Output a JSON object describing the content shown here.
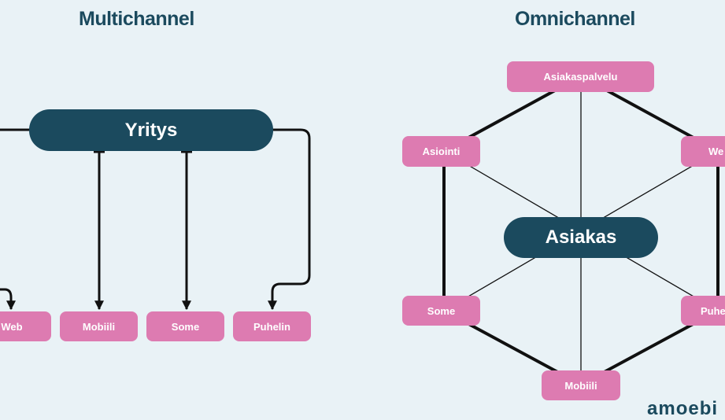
{
  "multichannel": {
    "title": "Multichannel",
    "center": "Yritys",
    "channels": [
      "Web",
      "Mobiili",
      "Some",
      "Puhelin"
    ]
  },
  "omnichannel": {
    "title": "Omnichannel",
    "center": "Asiakas",
    "channels": [
      "Asiakaspalvelu",
      "We",
      "Puhe",
      "Mobiili",
      "Some",
      "Asiointi"
    ]
  },
  "brand": {
    "text": "amoebi",
    "accent": "o"
  },
  "colors": {
    "background": "#e9f2f6",
    "hub": "#1b4a5e",
    "channel": "#dd7bb1",
    "line": "#111111",
    "title": "#1b4a5e"
  }
}
